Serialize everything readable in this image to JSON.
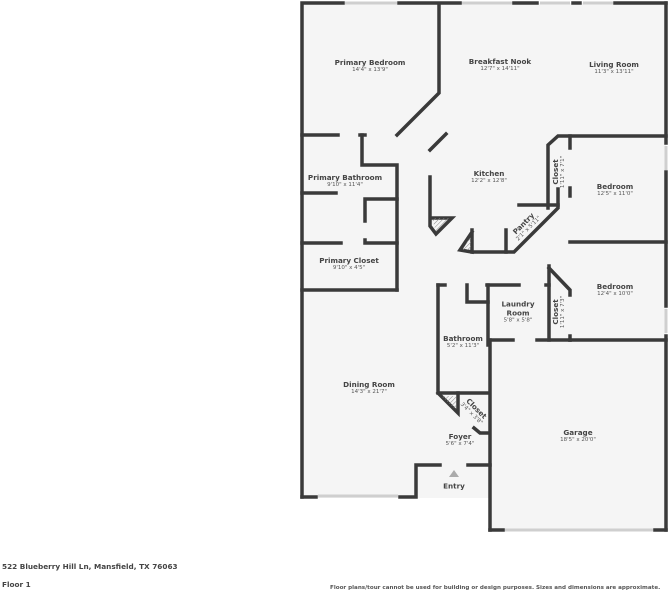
{
  "floorplan": {
    "floor_label": "Floor 1",
    "address": "522 Blueberry Hill Ln, Mansfield, TX 76063",
    "disclaimer": "Floor plans/tour cannot be used for building or design purposes. Sizes and dimensions are approximate.",
    "entry_label": "Entry",
    "colors": {
      "wall": "#3a3a3a",
      "floor": "#f5f5f5",
      "window": "#cfcfcf",
      "hatch": "#9a9a9a",
      "entry_arrow": "#aaaaaa"
    },
    "rooms": [
      {
        "name": "Primary Bedroom",
        "dims": "14'4\" x 13'9\""
      },
      {
        "name": "Breakfast Nook",
        "dims": "12'7\" x 14'11\""
      },
      {
        "name": "Living Room",
        "dims": "11'3\" x 13'11\""
      },
      {
        "name": "Primary Bathroom",
        "dims": "9'10\" x 11'4\""
      },
      {
        "name": "Kitchen",
        "dims": "12'2\" x 12'8\""
      },
      {
        "name": "Closet",
        "dims": "1'11\" x 7'1\""
      },
      {
        "name": "Bedroom",
        "dims": "12'5\" x 11'0\""
      },
      {
        "name": "Pantry",
        "dims": "2'1\" x 5'11\""
      },
      {
        "name": "Primary Closet",
        "dims": "9'10\" x 4'5\""
      },
      {
        "name": "Laundry Room",
        "dims": "5'8\" x 5'8\""
      },
      {
        "name": "Closet",
        "dims": "1'11\" x 7'3\""
      },
      {
        "name": "Bedroom",
        "dims": "12'4\" x 10'0\""
      },
      {
        "name": "Bathroom",
        "dims": "5'2\" x 11'3\""
      },
      {
        "name": "Dining Room",
        "dims": "14'3\" x 21'7\""
      },
      {
        "name": "Closet",
        "dims": "3'4\" x 3'8\""
      },
      {
        "name": "Foyer",
        "dims": "5'6\" x 7'4\""
      },
      {
        "name": "Garage",
        "dims": "18'5\" x 20'0\""
      }
    ]
  }
}
